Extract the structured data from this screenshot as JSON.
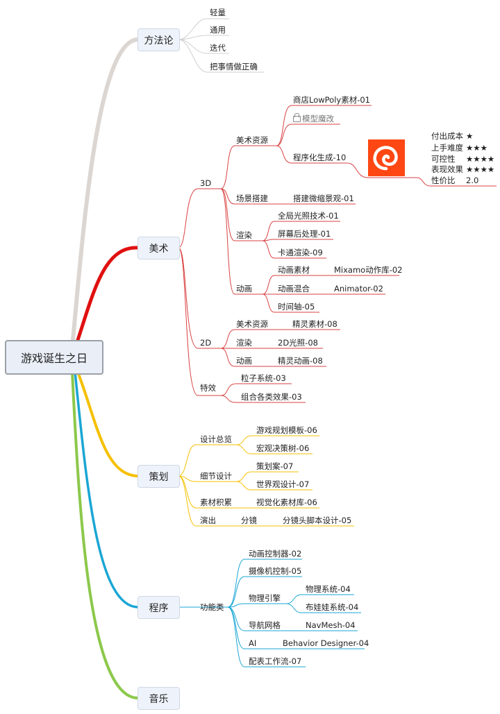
{
  "root": "游戏诞生之日",
  "colors": {
    "method": "#dcd6d2",
    "art": "#e01010",
    "plan": "#f5c000",
    "prog": "#1aa6d4",
    "music": "#8cc84b",
    "underline_art": "#d94040"
  },
  "method": {
    "title": "方法论",
    "items": [
      "轻量",
      "通用",
      "迭代",
      "把事情做正确"
    ]
  },
  "art": {
    "title": "美术",
    "d3": {
      "title": "3D",
      "assets": {
        "title": "美术资源",
        "items": [
          "商店LowPoly素材-01",
          "模型魔改",
          "程序化生成-10"
        ]
      },
      "scene": {
        "title": "场景搭建",
        "item": "搭建微缩景观-01"
      },
      "render": {
        "title": "渲染",
        "items": [
          "全局光照技术-01",
          "屏幕后处理-01",
          "卡通渲染-09"
        ]
      },
      "anim": {
        "title": "动画",
        "r1": "动画素材",
        "r1v": "Mixamo动作库-02",
        "r2": "动画混合",
        "r2v": "Animator-02",
        "r3": "时间轴-05"
      }
    },
    "d2": {
      "title": "2D",
      "r1": "美术资源",
      "r1v": "精灵素材-08",
      "r2": "渲染",
      "r2v": "2D光照-08",
      "r3": "动画",
      "r3v": "精灵动画-08"
    },
    "fx": {
      "title": "特效",
      "items": [
        "粒子系统-03",
        "组合各类效果-03"
      ]
    },
    "stats": [
      {
        "k": "付出成本",
        "v": "★"
      },
      {
        "k": "上手难度",
        "v": "★★★"
      },
      {
        "k": "可控性",
        "v": "★★★★"
      },
      {
        "k": "表现效果",
        "v": "★★★★"
      },
      {
        "k": "性价比",
        "v": "2.0"
      }
    ]
  },
  "plan": {
    "title": "策划",
    "overview": {
      "title": "设计总览",
      "items": [
        "游戏规划模板-06",
        "宏观决策树-06"
      ]
    },
    "detail": {
      "title": "细节设计",
      "items": [
        "策划案-07",
        "世界观设计-07"
      ]
    },
    "material": {
      "title": "素材积累",
      "item": "视觉化素材库-06"
    },
    "perform": {
      "title": "演出",
      "sub": "分镜",
      "item": "分镜头脚本设计-05"
    }
  },
  "prog": {
    "title": "程序",
    "func": {
      "title": "功能类",
      "a": "动画控制器-02",
      "b": "摄像机控制-05",
      "phys": {
        "title": "物理引擎",
        "items": [
          "物理系统-04",
          "布娃娃系统-04"
        ]
      },
      "nav": {
        "title": "导航网格",
        "item": "NavMesh-04"
      },
      "ai": {
        "title": "AI",
        "item": "Behavior Designer-04"
      },
      "cfg": "配表工作流-07"
    }
  },
  "music": {
    "title": "音乐"
  }
}
